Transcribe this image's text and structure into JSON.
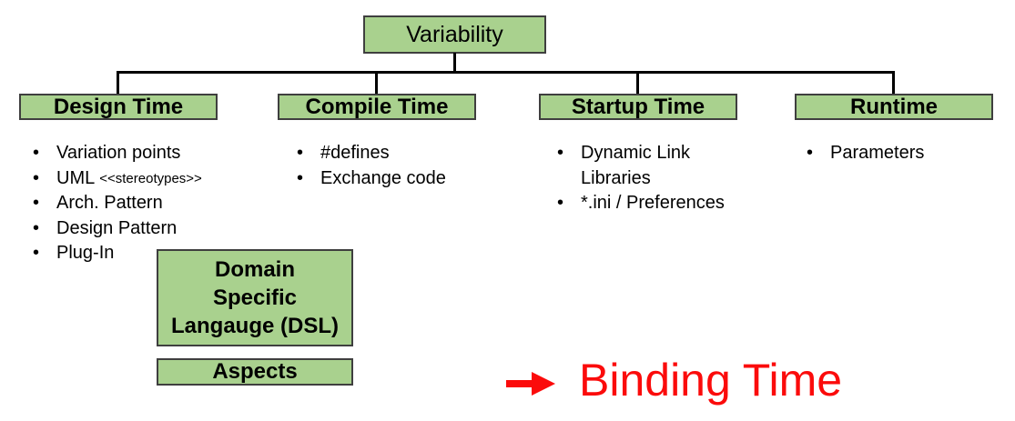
{
  "diagram": {
    "root_label": "Variability",
    "branches": [
      {
        "title": "Design Time",
        "items": [
          {
            "text": "Variation points"
          },
          {
            "text": "UML",
            "annotation": "<<stereotypes>>"
          },
          {
            "text": "Arch. Pattern"
          },
          {
            "text": "Design Pattern"
          },
          {
            "text": "Plug-In"
          }
        ]
      },
      {
        "title": "Compile Time",
        "items": [
          {
            "text": "#defines"
          },
          {
            "text": "Exchange code"
          }
        ]
      },
      {
        "title": "Startup Time",
        "items": [
          {
            "text": "Dynamic Link\nLibraries"
          },
          {
            "text": "*.ini / Preferences"
          }
        ]
      },
      {
        "title": "Runtime",
        "items": [
          {
            "text": "Parameters"
          }
        ]
      }
    ],
    "sub_boxes": {
      "dsl_label": "Domain\nSpecific\nLangauge (DSL)",
      "aspects_label": "Aspects"
    },
    "annotation": {
      "label": "Binding Time"
    },
    "bullet_glyph": "•",
    "colors": {
      "box_fill": "#a9d18e",
      "box_border": "#3f3f3f",
      "connector": "#000000",
      "text": "#000000",
      "annotation_red": "#fb0b0b"
    }
  }
}
